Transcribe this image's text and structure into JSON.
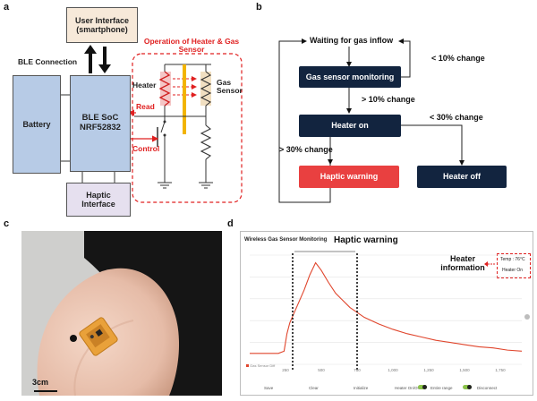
{
  "panels": {
    "a": "a",
    "b": "b",
    "c": "c",
    "d": "d"
  },
  "panel_a": {
    "user_interface": "User Interface (smartphone)",
    "ble_connection": "BLE Connection",
    "battery": "Battery",
    "soc": "BLE SoC NRF52832",
    "haptic": "Haptic Interface",
    "operation_title": "Operation of Heater & Gas Sensor",
    "heater": "Heater",
    "gas_sensor": "Gas Sensor",
    "read": "Read",
    "control": "Control"
  },
  "panel_b": {
    "waiting": "Waiting for gas inflow",
    "less10": "< 10% change",
    "monitoring": "Gas sensor monitoring",
    "more10": "> 10% change",
    "heater_on": "Heater on",
    "less30": "< 30% change",
    "more30": "> 30% change",
    "haptic_warning": "Haptic warning",
    "heater_off": "Heater off"
  },
  "panel_c": {
    "scale": "3cm"
  },
  "panel_d": {
    "app_title": "Wireless Gas Sensor Monitoring",
    "haptic_warning": "Haptic warning",
    "heater_information": "Heater information",
    "temp": "Temp : 76°C",
    "heater_on": "Heater On",
    "x_ticks": [
      "250",
      "500",
      "750",
      "1,000",
      "1,250",
      "1,500",
      "1,750"
    ],
    "legend": "Gas Sensor Diff",
    "footer": [
      "Save",
      "Clear",
      "Initialize",
      "Heater On/Off",
      "Entire range",
      "Disconnect"
    ]
  },
  "chart_data": {
    "type": "line",
    "title": "Wireless Gas Sensor Monitoring",
    "xlabel": "",
    "ylabel": "",
    "x_tick_labels": [
      "250",
      "500",
      "750",
      "1,000",
      "1,250",
      "1,500",
      "1,750"
    ],
    "xlim": [
      0,
      1900
    ],
    "ylim": [
      0,
      100
    ],
    "series": [
      {
        "name": "Gas Sensor Diff",
        "color": "#e0452c",
        "x": [
          0,
          200,
          240,
          260,
          280,
          300,
          340,
          380,
          420,
          460,
          500,
          550,
          600,
          700,
          800,
          900,
          1000,
          1100,
          1200,
          1300,
          1400,
          1500,
          1600,
          1700,
          1800,
          1900
        ],
        "y": [
          10,
          10,
          12,
          28,
          38,
          44,
          56,
          68,
          82,
          93,
          86,
          75,
          65,
          52,
          43,
          37,
          32,
          28,
          25,
          22,
          20,
          18,
          16,
          15,
          13,
          12
        ]
      }
    ]
  }
}
